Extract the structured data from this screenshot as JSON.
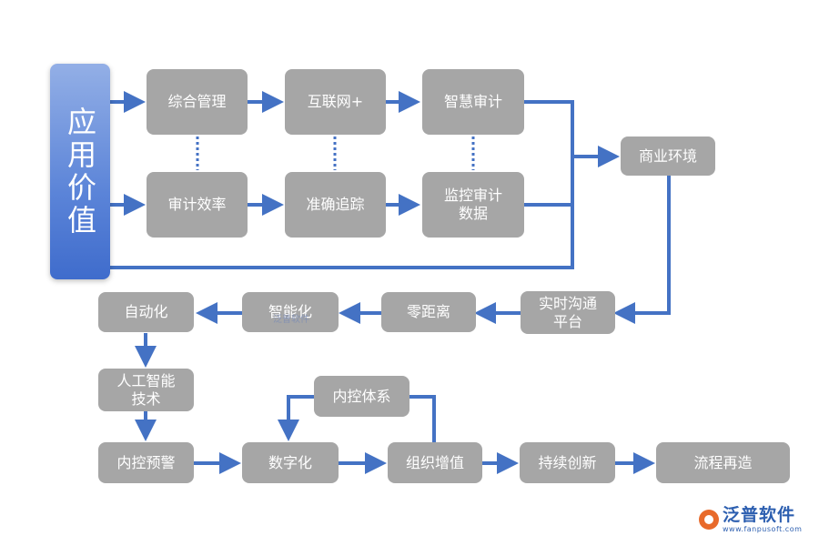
{
  "diagram": {
    "main": {
      "label": "应用价值"
    },
    "nodes": {
      "n1": "综合管理",
      "n2": "互联网+",
      "n3": "智慧审计",
      "n4": "审计效率",
      "n5": "准确追踪",
      "n6": "监控审计\n数据",
      "n7": "商业环境",
      "n8": "实时沟通\n平台",
      "n9": "零距离",
      "n10": "智能化",
      "n11": "自动化",
      "n12": "人工智能\n技术",
      "n13": "内控预警",
      "n14": "数字化",
      "n15": "组织增值",
      "n16": "持续创新",
      "n17": "流程再造",
      "n18": "内控体系"
    }
  },
  "watermark": "泛普软件",
  "branding": {
    "name": "泛普软件",
    "url": "www.fanpusoft.com"
  },
  "colors": {
    "node_fill": "#a6a6a6",
    "arrow": "#4472c4",
    "main_gradient_top": "#93afe6",
    "main_gradient_bottom": "#3f6ccc",
    "logo_blue": "#2d5fb0",
    "logo_orange": "#e86a2b"
  }
}
